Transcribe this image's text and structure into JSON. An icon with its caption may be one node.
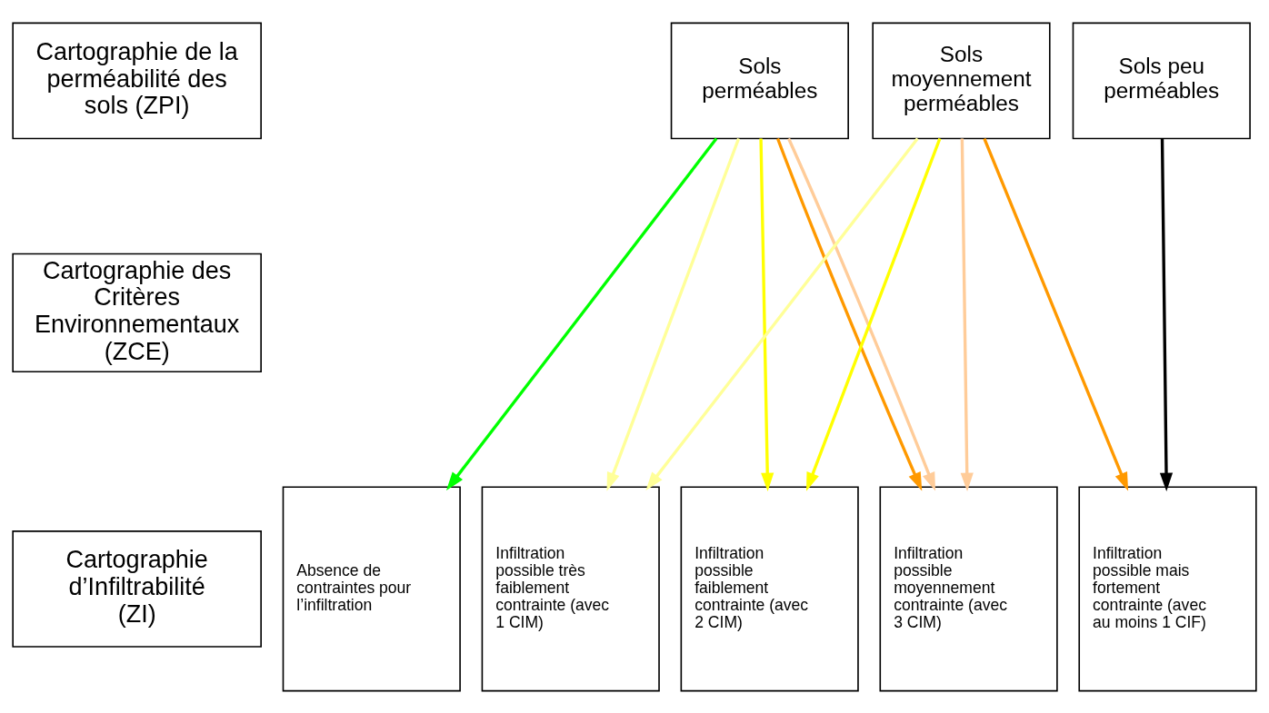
{
  "diagram": {
    "nodes": [
      {
        "text": [
          "Cartographie de la perméabilité des sols (ZPI)"
        ]
      },
      {
        "text": [
          "Sols perméables"
        ]
      },
      {
        "text": [
          "Sols moyennement perméables"
        ]
      },
      {
        "text": [
          "Sols peu perméables"
        ]
      },
      {
        "text": [
          "Cartographie des Critères Environnementaux (ZCE)"
        ]
      },
      {
        "text": [
          "Cartographie d’Infiltrabilité (ZI)"
        ]
      },
      {
        "text": [
          "Absence de contraintes pour l’infiltration"
        ]
      },
      {
        "text": [
          "Infiltration possible très faiblement contrainte (avec 1 CIM)"
        ]
      },
      {
        "text": [
          "Infiltration possible faiblement contrainte (avec 2 CIM)"
        ]
      },
      {
        "text": [
          "Infiltration possible moyennement contrainte (avec 3 CIM)"
        ]
      },
      {
        "text": [
          "Infiltration possible mais fortement contrainte (avec au moins 1 CIF)"
        ]
      }
    ],
    "edges": [
      {
        "from": 1,
        "to": 6,
        "arrow": "to",
        "color": "#00ff00"
      },
      {
        "from": 1,
        "to": 9,
        "arrow": "to",
        "color": "#ff9900"
      },
      {
        "from": 1,
        "to": 7,
        "arrow": "to",
        "color": "#ffff99"
      },
      {
        "from": 1,
        "to": 8,
        "arrow": "to",
        "color": "#ffff00"
      },
      {
        "from": 1,
        "to": 9,
        "arrow": "to",
        "color": "#ffcc99"
      },
      {
        "from": 2,
        "to": 7,
        "arrow": "to",
        "color": "#ffff99"
      },
      {
        "from": 2,
        "to": 8,
        "arrow": "to",
        "color": "#ffff00"
      },
      {
        "from": 2,
        "to": 9,
        "arrow": "to",
        "color": "#ffcc99"
      },
      {
        "from": 2,
        "to": 10,
        "arrow": "to",
        "color": "#ff9900"
      },
      {
        "from": 3,
        "to": 10,
        "arrow": "to",
        "color": "#000000"
      }
    ]
  }
}
